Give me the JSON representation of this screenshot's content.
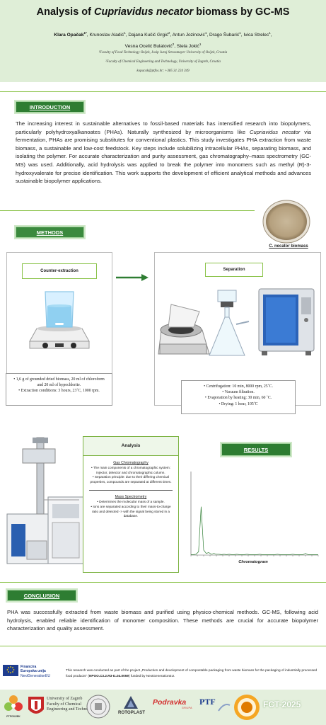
{
  "header": {
    "title_prefix": "Analysis of ",
    "title_species": "Cupriavidus necator",
    "title_suffix": " biomass by GC-MS",
    "authors_line1": [
      {
        "name": "Klara Opačak",
        "sup": "1*",
        "bold": true,
        "sep": ", "
      },
      {
        "name": "Krunoslav Aladić",
        "sup": "1",
        "bold": false,
        "sep": ", "
      },
      {
        "name": "Dajana Kučić Grgić",
        "sup": "2",
        "bold": false,
        "sep": ", "
      },
      {
        "name": "Antun Jozinović",
        "sup": "1",
        "bold": false,
        "sep": ", "
      },
      {
        "name": "Drago Šubarić",
        "sup": "1",
        "bold": false,
        "sep": ", "
      },
      {
        "name": "Ivica Strelec",
        "sup": "1",
        "bold": false,
        "sep": ","
      }
    ],
    "authors_line2": [
      {
        "name": "Vesna Ocelić Bulatović",
        "sup": "2",
        "bold": false,
        "sep": ", "
      },
      {
        "name": "Stela Jokić",
        "sup": "1",
        "bold": false,
        "sep": ""
      }
    ],
    "affil1": "¹Faculty of Food Technology Osijek, Josip Juraj Strossmayer University of Osijek, Croatia",
    "affil2": "²Faculty of Chemical Engineering and Technology, University of Zagreb, Croatia",
    "contact": "kopacak@ptfos.hr; +385 31 224 349"
  },
  "introduction": {
    "label": "INTRODUCTION",
    "segments": [
      {
        "text": "The increasing interest in sustainable alternatives to fossil-based materials has intensified research into biopolymers, particularly polyhydroxyalkanoates (PHAs). Naturally synthesized by microorganisms like ",
        "italic": false
      },
      {
        "text": "Cupriavidus necator",
        "italic": true
      },
      {
        "text": " via fermentation, PHAs are promising substitutes for conventional plastics. This study investigates PHA extraction from waste biomass, a sustainable and low-cost feedstock. Key steps include solubilizing intracellular PHAs, separating biomass, and isolating the polymer. For accurate characterization and purity assessment, gas chromatography–mass spectrometry (GC-MS) was used. Additionally, acid hydrolysis was applied to break the polymer into monomers such as methyl (R)-3-hydroxyvalerate for precise identification. This work supports the development of efficient analytical methods and advances sustainable biopolymer applications.",
        "italic": false
      }
    ]
  },
  "methods": {
    "label": "METHODS",
    "biomass_caption": "C. necator biomass",
    "counter_extraction": {
      "title": "Counter-extraction",
      "bullets": [
        "1,6 g of grounded dried biomass, 20 ml of chloroform and 20 ml of hypochlorite.",
        "Extraction conditions: 3 hours, 23˚C, 1000 rpm."
      ]
    },
    "separation": {
      "title": "Separation",
      "bullets": [
        "Centrifugation: 10 min, 8000 rpm, 25˚C.",
        "Vacuum filtration.",
        "Evaporation by heating: 30 min, 60 ˚C.",
        "Drying: 1 hour, 105˚C"
      ]
    }
  },
  "analysis": {
    "title": "Analysis",
    "gc_heading": "Gas Chromatography",
    "gc_bullets": [
      "The main components of a chromatographic system: injector, detector and chromatographic column.",
      "Separation principle: due to their differing chemical properties, compounds are separated at different times."
    ],
    "ms_heading": "Mass Spectrometry",
    "ms_bullets": [
      "Determines the molecular mass of a sample.",
      "Ions are separated according to their mass-to-charge ratio and detected -> with the signal being stored in a database."
    ]
  },
  "results": {
    "label": "RESULTS",
    "chart_caption": "Chromatogram"
  },
  "chart_data": {
    "type": "line",
    "series": [
      {
        "x": [
          0,
          2,
          4,
          6,
          8,
          10,
          12,
          14,
          16,
          18,
          20,
          22,
          24,
          26,
          28,
          30,
          32,
          34,
          36,
          38,
          40,
          42,
          44,
          46,
          48,
          50,
          52,
          54,
          56,
          58,
          60,
          62,
          64,
          66,
          68,
          70,
          72,
          74,
          76,
          78,
          80,
          82,
          84,
          86,
          88,
          90,
          92,
          94,
          96,
          98,
          100
        ],
        "y": [
          0.5,
          0.5,
          1,
          4,
          58,
          6,
          2,
          3,
          1,
          2,
          1,
          1,
          0.5,
          1,
          0.5,
          1,
          0.5,
          0.5,
          1,
          0.5,
          0.5,
          0.5,
          1,
          0.5,
          0.5,
          0.5,
          0.5,
          1,
          0.5,
          0.5,
          0.5,
          0.5,
          0.5,
          0.5,
          1,
          0.5,
          0.5,
          0.5,
          0.5,
          0.5,
          1,
          0.5,
          0.5,
          0.5,
          0.5,
          2,
          0.5,
          0.5,
          0.5,
          0.5,
          0.5
        ]
      }
    ],
    "xlim": [
      0,
      100
    ],
    "ylim": [
      0,
      100
    ],
    "grid": false,
    "axis_color": "#555555",
    "line_color": "#2e7d32"
  },
  "conclusion": {
    "label": "CONCLUSION",
    "text": "PHA was successfully extracted from waste biomass and purified using physico-chemical methods. GC-MS, following acid hydrolysis, enabled reliable identification of monomer composition. These methods are crucial for accurate biopolymer characterization and quality assessment."
  },
  "funding": {
    "eu_line1": "Financira",
    "eu_line2": "Europska unija",
    "eu_line3": "NextGenerationEU",
    "text_prefix": "This research was conducted as part of the project „Production and development of compostable packaging from waste biomass for the packaging of industrially processed food products\" (",
    "text_bold": "NPOO.C3.2.R3-I1.04.0059",
    "text_suffix": ") funded by NextGenerationEU."
  },
  "footer": {
    "ptf_small": "PTFOSIJEK",
    "uz_line1": "University of Zagreb",
    "uz_line2": "Faculty of Chemical",
    "uz_line3": "Engineering and Technology",
    "rotoplast": "ROTOPLAST",
    "podravka": "Podravka",
    "podravka_sub": "GRUPA",
    "ptf": "PTF",
    "fct": "FCT-2025"
  },
  "colors": {
    "header_bg": "#dfeed7",
    "section_green": "#2e7d32",
    "accent_green": "#8bc34a",
    "footer_bg": "#e4efdd",
    "eu_blue": "#1e3d8f",
    "eu_yellow": "#f5d20a"
  }
}
